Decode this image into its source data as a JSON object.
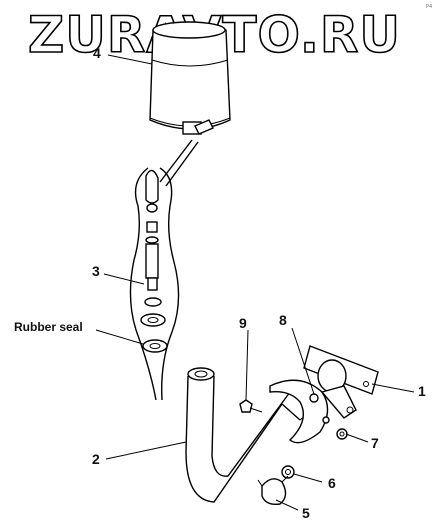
{
  "watermark": {
    "text": "ZURAVTO.RU"
  },
  "corner_mark": "P4",
  "callouts": [
    {
      "id": "1",
      "text": "1"
    },
    {
      "id": "2",
      "text": "2"
    },
    {
      "id": "3",
      "text": "3"
    },
    {
      "id": "4",
      "text": "4"
    },
    {
      "id": "5",
      "text": "5"
    },
    {
      "id": "6",
      "text": "6"
    },
    {
      "id": "7",
      "text": "7"
    },
    {
      "id": "8",
      "text": "8"
    },
    {
      "id": "9",
      "text": "9"
    }
  ],
  "labels": {
    "rubber_seal": "Rubber seal"
  }
}
